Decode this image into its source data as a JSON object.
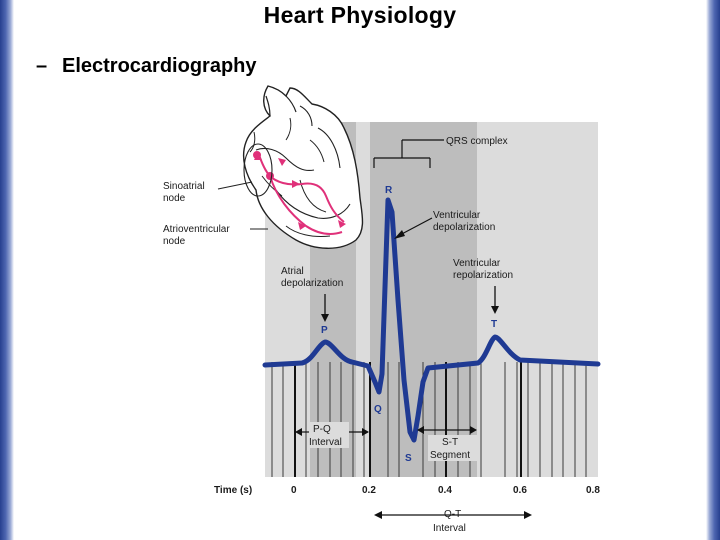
{
  "slide": {
    "title": "Heart Physiology",
    "bullet_dash": "–",
    "bullet": "Electrocardiography"
  },
  "heart": {
    "sa_node_label": [
      "Sinoatrial",
      "node"
    ],
    "av_node_label": [
      "Atrioventricular",
      "node"
    ]
  },
  "ecg": {
    "qrs_label": "QRS complex",
    "ventricular_depolarization": [
      "Ventricular",
      "depolarization"
    ],
    "atrial_depolarization": [
      "Atrial",
      "depolarization"
    ],
    "ventricular_repolarization": [
      "Ventricular",
      "repolarization"
    ],
    "waves": {
      "p": "P",
      "q": "Q",
      "r": "R",
      "s": "S",
      "t": "T"
    },
    "pq_interval": [
      "P-Q",
      "Interval"
    ],
    "st_segment": [
      "S-T",
      "Segment"
    ],
    "qt_interval": [
      "Q-T",
      "Interval"
    ],
    "time_axis_label": "Time (s)",
    "time_ticks": [
      "0",
      "0.2",
      "0.4",
      "0.6",
      "0.8"
    ],
    "colors": {
      "trace": "#1f3a93",
      "heart_pathway": "#e0317a",
      "shade_light": "#dcdcdc",
      "shade_dark": "#bdbdbd"
    }
  }
}
